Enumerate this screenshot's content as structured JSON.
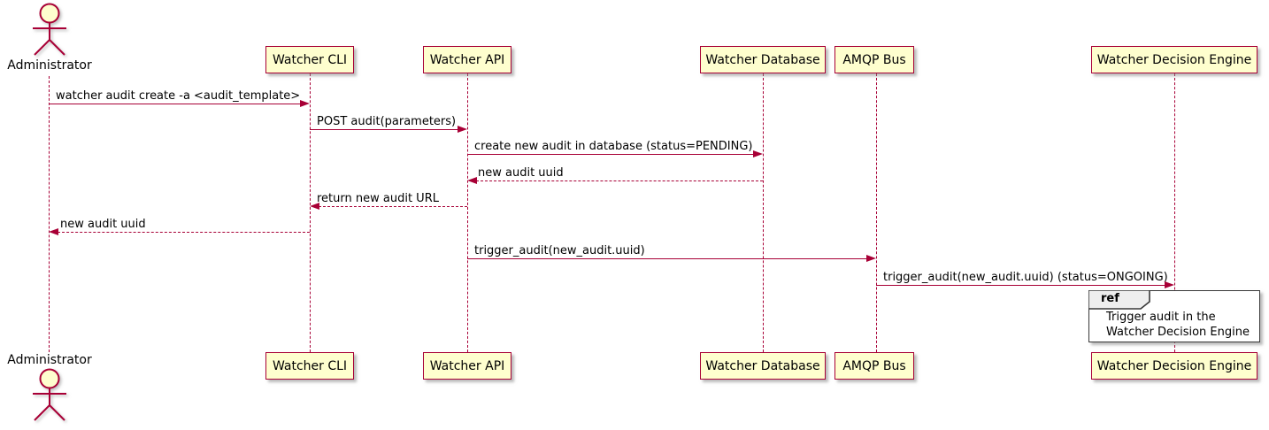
{
  "diagram_type": "sequence-diagram",
  "colors": {
    "participant_fill": "#FEFECE",
    "participant_border": "#A80036",
    "lifeline": "#A80036",
    "arrow": "#A80036",
    "ref_border": "#383838",
    "ref_header_fill": "#EEEEEE",
    "text": "#000000",
    "background": "#FFFFFF"
  },
  "actor": {
    "label": "Administrator"
  },
  "participants": [
    {
      "label": "Watcher CLI"
    },
    {
      "label": "Watcher API"
    },
    {
      "label": "Watcher Database"
    },
    {
      "label": "AMQP Bus"
    },
    {
      "label": "Watcher Decision Engine"
    }
  ],
  "messages": [
    {
      "label": "watcher audit create -a <audit_template>",
      "from": "Administrator",
      "to": "Watcher CLI",
      "style": "solid",
      "direction": "right"
    },
    {
      "label": "POST audit(parameters)",
      "from": "Watcher CLI",
      "to": "Watcher API",
      "style": "solid",
      "direction": "right"
    },
    {
      "label": "create new audit in database (status=PENDING)",
      "from": "Watcher API",
      "to": "Watcher Database",
      "style": "solid",
      "direction": "right"
    },
    {
      "label": "new audit uuid",
      "from": "Watcher Database",
      "to": "Watcher API",
      "style": "dashed",
      "direction": "left"
    },
    {
      "label": "return new audit URL",
      "from": "Watcher API",
      "to": "Watcher CLI",
      "style": "dashed",
      "direction": "left"
    },
    {
      "label": "new audit uuid",
      "from": "Watcher CLI",
      "to": "Administrator",
      "style": "dashed",
      "direction": "left"
    },
    {
      "label": "trigger_audit(new_audit.uuid)",
      "from": "Watcher API",
      "to": "AMQP Bus",
      "style": "solid",
      "direction": "right"
    },
    {
      "label": "trigger_audit(new_audit.uuid) (status=ONGOING)",
      "from": "AMQP Bus",
      "to": "Watcher Decision Engine",
      "style": "solid",
      "direction": "right"
    }
  ],
  "ref": {
    "keyword": "ref",
    "line1": "Trigger audit in the",
    "line2": "Watcher Decision Engine"
  }
}
